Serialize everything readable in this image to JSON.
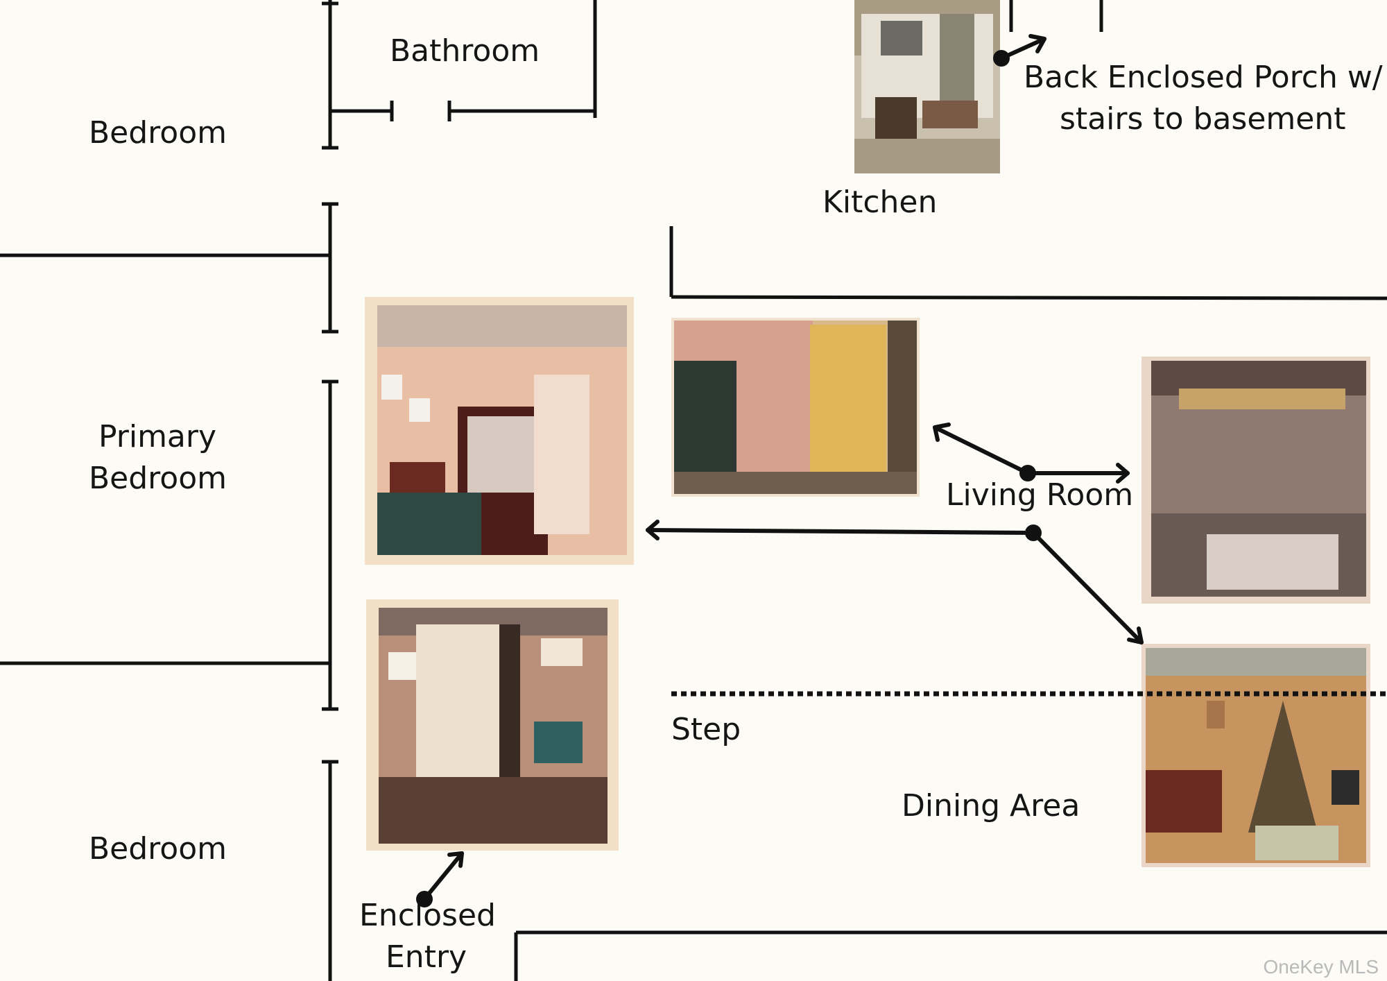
{
  "rooms": {
    "bathroom": "Bathroom",
    "bedroom_top": "Bedroom",
    "kitchen": "Kitchen",
    "porch_line1": "Back Enclosed Porch w/",
    "porch_line2": "stairs to basement",
    "primary_line1": "Primary",
    "primary_line2": "Bedroom",
    "living_room": "Living Room",
    "step": "Step",
    "dining_area": "Dining Area",
    "bedroom_bottom": "Bedroom",
    "entry_line1": "Enclosed",
    "entry_line2": "Entry"
  },
  "watermark": "OneKey MLS",
  "colors": {
    "background": "#fdfbf6",
    "wall": "#111111",
    "photo_border": "#f3dfc6"
  }
}
